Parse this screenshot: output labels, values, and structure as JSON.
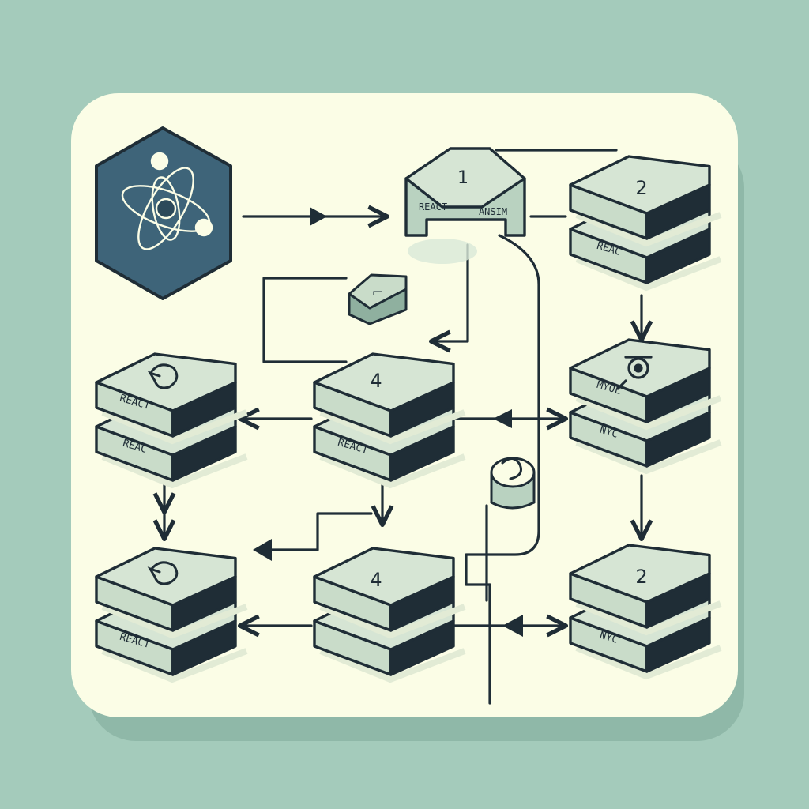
{
  "colors": {
    "background": "#a4cbbb",
    "panel": "#fbfde6",
    "panel_shadow": "#8fb8a8",
    "node_top": "#c9dcc9",
    "node_top_light": "#d6e5d4",
    "node_side": "#8fb09f",
    "outline": "#1f2d36",
    "hex_fill": "#3e6479",
    "atom": "#fbfde6"
  },
  "icons": {
    "source": "atom-icon",
    "refresh_1": "refresh-icon",
    "refresh_2": "refresh-icon",
    "search": "magnifier-icon",
    "swirl": "swirl-icon"
  },
  "nodes": {
    "top_center": {
      "number": "1",
      "label_left": "REACT",
      "label_right": "ANSIM"
    },
    "top_right": {
      "number": "2",
      "label": "REAC"
    },
    "small_connector": {
      "symbol": "⌐"
    },
    "mid_left": {
      "label_top": "REACT",
      "label_bottom": "REAC"
    },
    "mid_center": {
      "number": "4",
      "label": "REACT"
    },
    "mid_right": {
      "label_top": "MYOL",
      "label_bottom": "NYC"
    },
    "bottom_left": {
      "label": "REACT"
    },
    "bottom_center": {
      "number": "4"
    },
    "bottom_right": {
      "number": "2",
      "label": "NYC"
    }
  }
}
